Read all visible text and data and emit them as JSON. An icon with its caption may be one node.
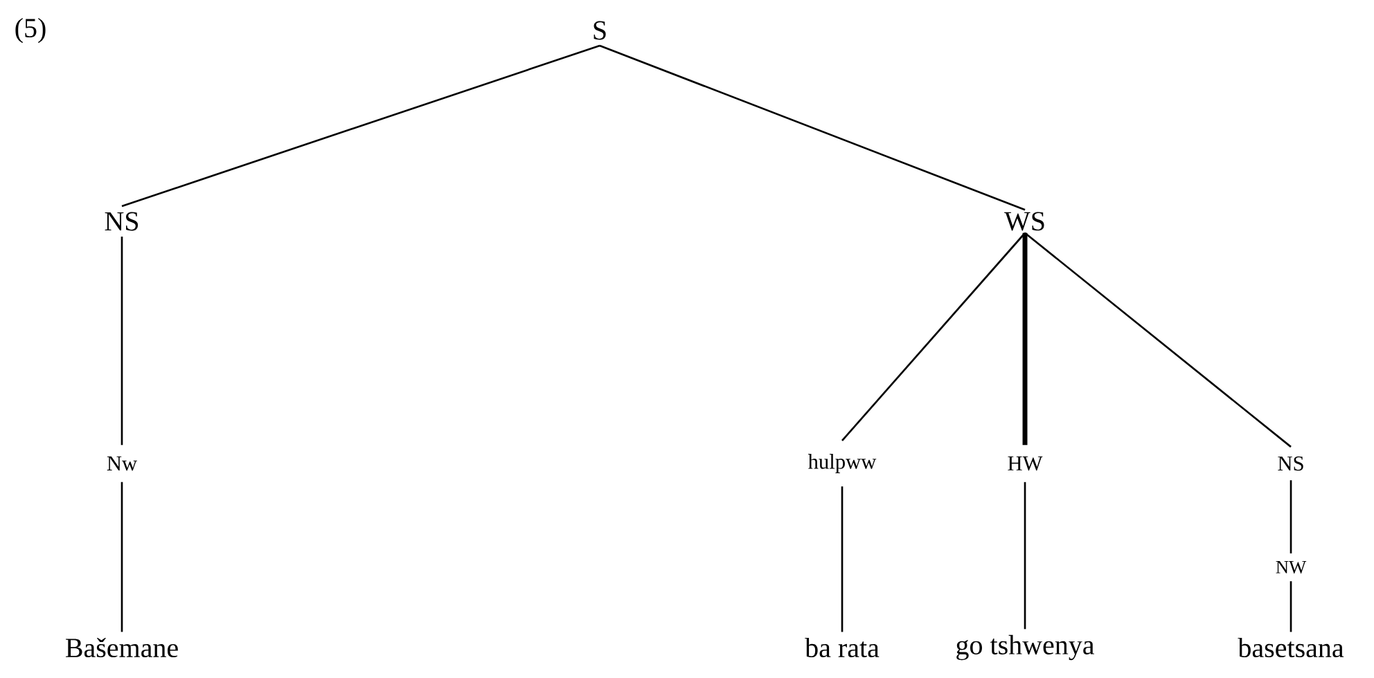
{
  "diagram": {
    "nodes": [
      {
        "text": [
          "S"
        ]
      },
      {
        "text": [
          "NS"
        ]
      },
      {
        "text": [
          "WS"
        ]
      },
      {
        "text": [
          "Nw"
        ]
      },
      {
        "text": [
          "Bašemane"
        ]
      },
      {
        "text": [
          "hulpww"
        ]
      },
      {
        "text": [
          "HW"
        ]
      },
      {
        "text": [
          "NS"
        ]
      },
      {
        "text": [
          "NW"
        ]
      },
      {
        "text": [
          "ba rata"
        ]
      },
      {
        "text": [
          "go tshwenya"
        ]
      },
      {
        "text": [
          "basetsana"
        ]
      }
    ],
    "edges": [
      {
        "from": 0,
        "to": 1,
        "arrow": "none"
      },
      {
        "from": 0,
        "to": 2,
        "arrow": "none"
      },
      {
        "from": 1,
        "to": 3,
        "arrow": "none"
      },
      {
        "from": 3,
        "to": 4,
        "arrow": "none"
      },
      {
        "from": 2,
        "to": 5,
        "arrow": "none"
      },
      {
        "from": 2,
        "to": 6,
        "arrow": "none",
        "style": "thick"
      },
      {
        "from": 2,
        "to": 7,
        "arrow": "none"
      },
      {
        "from": 5,
        "to": 9,
        "arrow": "none"
      },
      {
        "from": 6,
        "to": 10,
        "arrow": "none"
      },
      {
        "from": 7,
        "to": 8,
        "arrow": "none"
      },
      {
        "from": 8,
        "to": 11,
        "arrow": "none"
      }
    ],
    "labels": [
      "(5)"
    ]
  }
}
